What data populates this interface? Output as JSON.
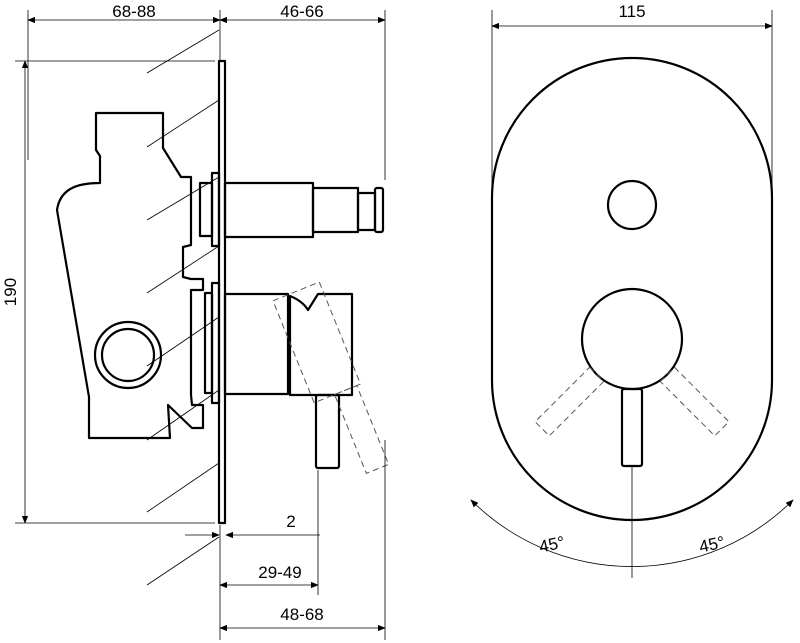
{
  "dimensions": {
    "body_depth": "68-88",
    "stem_projection": "46-66",
    "plate_width": "115",
    "plate_height": "190",
    "plate_thickness": "2",
    "lever_offset": "29-49",
    "lever_projection": "48-68",
    "angle_left": "45°",
    "angle_right": "45°"
  }
}
